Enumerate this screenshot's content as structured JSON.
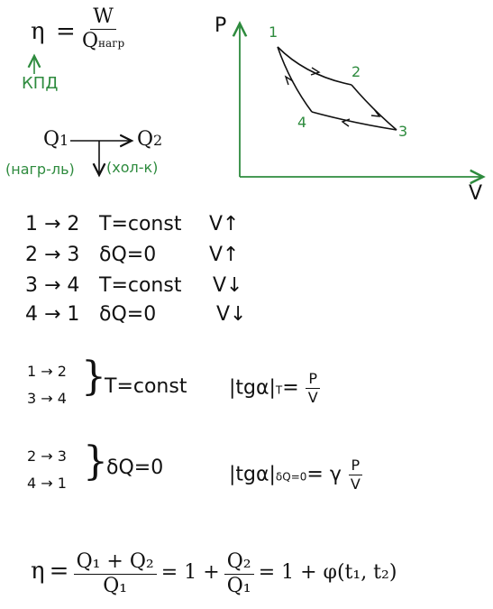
{
  "efficiency_def": {
    "eta": "η",
    "equals": "=",
    "num": "W",
    "den_main": "Q",
    "den_sub": "нагр",
    "arrow_label": "КПД"
  },
  "heat_flow": {
    "q1": "Q",
    "q1_sub": "1",
    "q2": "Q",
    "q2_sub": "2",
    "q1_label": "(нагр-ль)",
    "q2_label": "(хол-к)"
  },
  "pv_diagram": {
    "p_axis": "P",
    "v_axis": "V",
    "points": [
      "1",
      "2",
      "3",
      "4"
    ]
  },
  "processes": [
    {
      "step": "1 → 2",
      "condition": "T=const",
      "volume": "V↑"
    },
    {
      "step": "2 → 3",
      "condition": "δQ=0",
      "volume": "V↑"
    },
    {
      "step": "3 → 4",
      "condition": "T=const",
      "volume": "V↓"
    },
    {
      "step": "4 → 1",
      "condition": "δQ=0",
      "volume": "V↓"
    }
  ],
  "isotherm_group": {
    "line1": "1 → 2",
    "line2": "3 → 4",
    "brace": "}",
    "condition": "T=const",
    "slope_lhs": "|tgα|",
    "slope_sub": "T",
    "slope_eq": "=",
    "slope_num": "P",
    "slope_den": "V"
  },
  "adiabat_group": {
    "line1": "2 → 3",
    "line2": "4 → 1",
    "brace": "}",
    "condition": "δQ=0",
    "slope_lhs": "|tgα|",
    "slope_sub": "δQ=0",
    "slope_eq": "= γ",
    "slope_num": "P",
    "slope_den": "V"
  },
  "final_formula": {
    "eta": "η",
    "eq1": "=",
    "num": "Q₁ + Q₂",
    "den": "Q₁",
    "eq2": "= 1 +",
    "num2": "Q₂",
    "den2": "Q₁",
    "tail": "= 1 + φ(t₁, t₂)"
  }
}
